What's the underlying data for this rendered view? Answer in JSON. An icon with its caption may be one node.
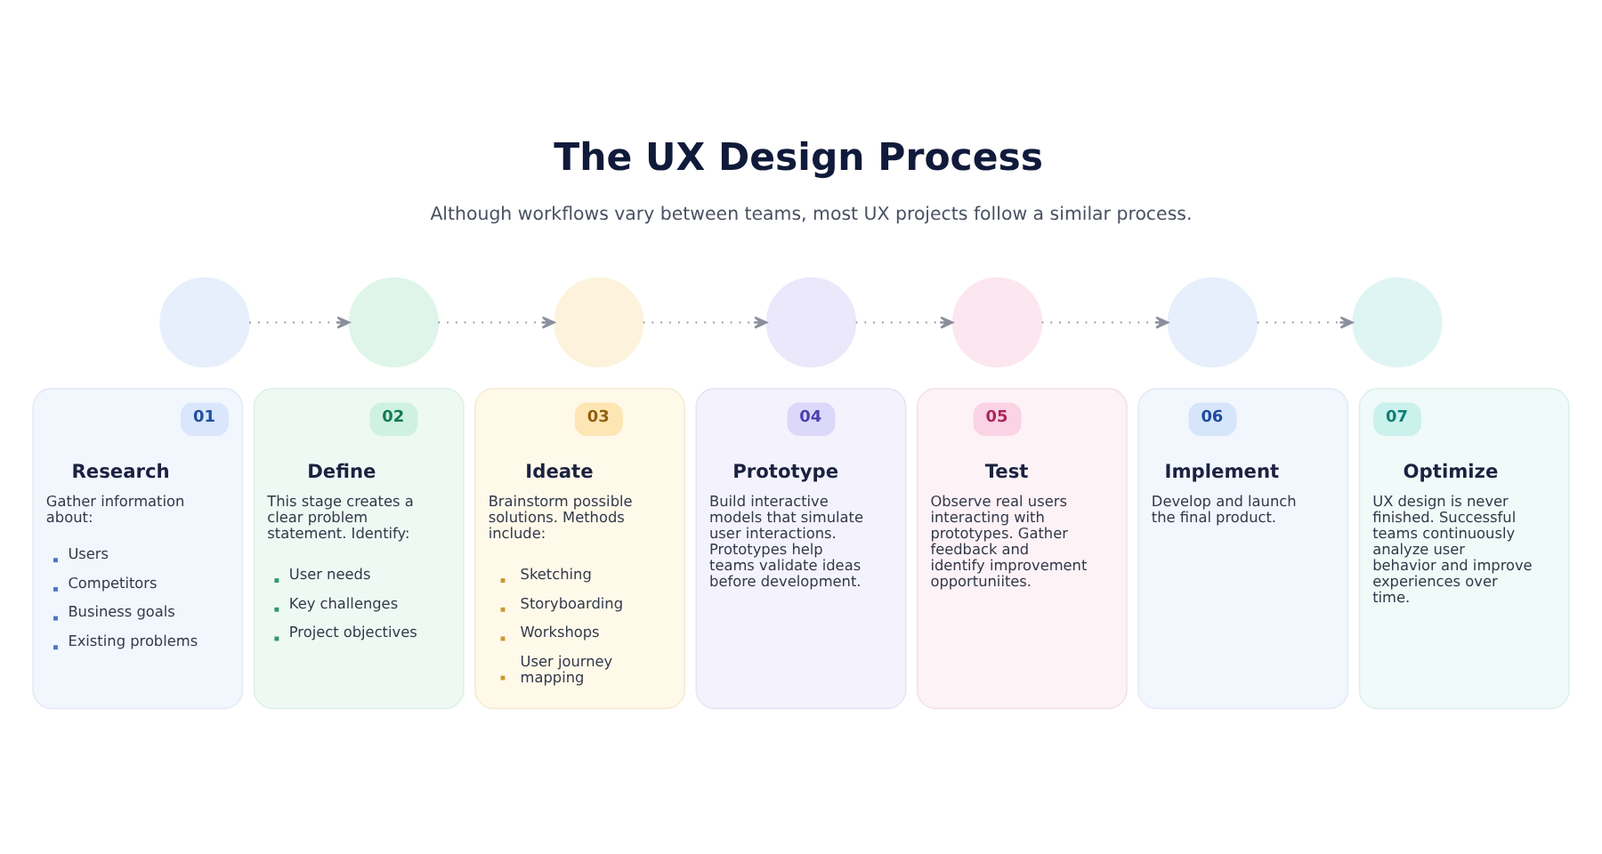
{
  "diagram": {
    "title": "The UX Design Process",
    "nodes": [
      {
        "text": [],
        "shape": "circle"
      },
      {
        "text": [],
        "shape": "circle"
      },
      {
        "text": [],
        "shape": "circle"
      },
      {
        "text": [],
        "shape": "circle"
      },
      {
        "text": [],
        "shape": "circle"
      },
      {
        "text": [],
        "shape": "circle"
      },
      {
        "text": [],
        "shape": "circle"
      },
      {
        "text": [
          "Research",
          "Gather information about:",
          "Users",
          "Competitors",
          "Business goals",
          "Existing problems"
        ]
      },
      {
        "text": [
          "01"
        ],
        "in": 7
      },
      {
        "text": [
          "Define",
          "This stage creates a clear problem statement. Identify:",
          "User needs",
          "Key challenges",
          "Project objectives"
        ]
      },
      {
        "text": [
          "02"
        ],
        "in": 9
      },
      {
        "text": [
          "Ideate",
          "Brainstorm possible solutions. Methods include:",
          "Sketching",
          "Storyboarding",
          "Workshops",
          "User journey mapping"
        ]
      },
      {
        "text": [
          "03"
        ],
        "in": 11
      },
      {
        "text": [
          "Prototype",
          "Build interactive models that simulate user interactions. Prototypes help teams validate ideas before development."
        ]
      },
      {
        "text": [
          "04"
        ],
        "in": 13
      },
      {
        "text": [
          "Test",
          "Observe real users interacting with prototypes. Gather feedback and identify improvement opportuniites."
        ]
      },
      {
        "text": [
          "05"
        ],
        "in": 15
      },
      {
        "text": [
          "Implement",
          "Develop and launch the final product."
        ]
      },
      {
        "text": [
          "06"
        ],
        "in": 17
      },
      {
        "text": [
          "Optimize",
          "UX design is never finished. Successful teams continuously analyze user behavior and improve experiences over time."
        ]
      },
      {
        "text": [
          "07"
        ],
        "in": 19
      }
    ],
    "edges": [
      {
        "from": 0,
        "to": 1,
        "arrow": "to",
        "style": "dashed"
      },
      {
        "from": 1,
        "to": 2,
        "arrow": "to",
        "style": "dashed"
      },
      {
        "from": 2,
        "to": 3,
        "arrow": "to",
        "style": "dashed"
      },
      {
        "from": 3,
        "to": 4,
        "arrow": "to",
        "style": "dashed"
      },
      {
        "from": 4,
        "to": 5,
        "arrow": "to",
        "style": "dashed"
      },
      {
        "from": 5,
        "to": 6,
        "arrow": "to",
        "style": "dashed"
      }
    ],
    "labels": [
      "Although workflows vary between teams, most UX projects follow a similar process."
    ]
  }
}
